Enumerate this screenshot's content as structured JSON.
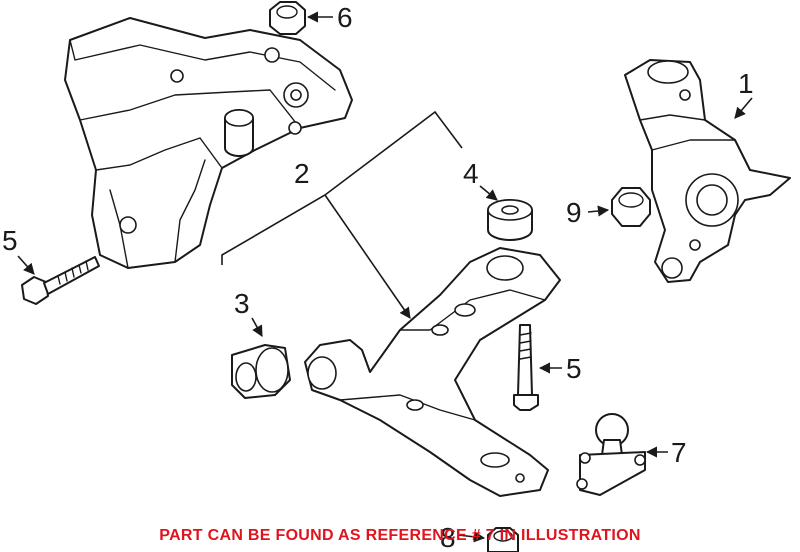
{
  "caption": {
    "text": "PART CAN BE FOUND AS REFERENCE # 7 IN ILLUSTRATION",
    "color": "#e0141e"
  },
  "callouts": {
    "c1": "1",
    "c2": "2",
    "c3": "3",
    "c4": "4",
    "c5_left": "5",
    "c5_right": "5",
    "c6": "6",
    "c7": "7",
    "c8": "8",
    "c9": "9"
  },
  "parts": [
    {
      "ref": "1",
      "name": "steering knuckle"
    },
    {
      "ref": "2",
      "name": "control arm"
    },
    {
      "ref": "3",
      "name": "front bushing"
    },
    {
      "ref": "4",
      "name": "rear bushing"
    },
    {
      "ref": "5",
      "name": "bolt"
    },
    {
      "ref": "6",
      "name": "nut"
    },
    {
      "ref": "7",
      "name": "ball joint"
    },
    {
      "ref": "8",
      "name": "nut"
    },
    {
      "ref": "9",
      "name": "nut"
    }
  ],
  "line_color": "#1a1a1a"
}
